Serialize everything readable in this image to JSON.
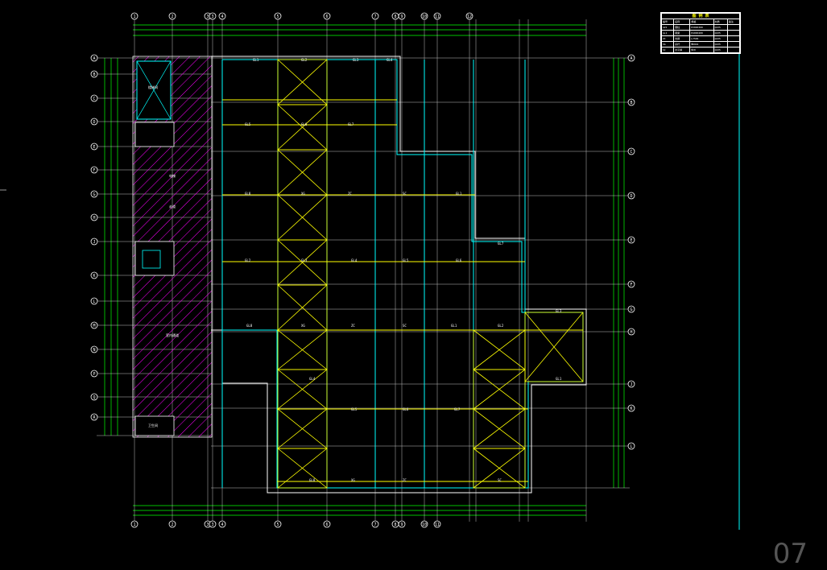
{
  "drawing": {
    "colors": {
      "background": "#000000",
      "grid": "#ffffff",
      "column_line": "#00ffff",
      "beam": "#ffff00",
      "dimension": "#00ff00",
      "hatch": "#ff00ff",
      "outline": "#ffffff"
    },
    "top_axis_labels": [
      "1",
      "2",
      "3",
      "3",
      "4",
      "5",
      "6",
      "7",
      "8",
      "9",
      "10",
      "11",
      "12"
    ],
    "left_axis_labels": [
      "A",
      "B",
      "C",
      "D",
      "E",
      "F",
      "G",
      "H",
      "J",
      "K",
      "L",
      "M",
      "N",
      "P",
      "Q",
      "R"
    ],
    "right_axis_labels": [
      "A",
      "B",
      "C",
      "D",
      "E",
      "F",
      "G",
      "H",
      "J",
      "K",
      "L"
    ],
    "bottom_axis_labels": [
      "1",
      "2",
      "3",
      "3",
      "4",
      "5",
      "6",
      "7",
      "8",
      "9",
      "10",
      "11"
    ],
    "beam_tags": [
      "GL1",
      "GL2",
      "GL3",
      "GL4",
      "GL5",
      "GL6",
      "GL7",
      "GL8",
      "XG",
      "ZC",
      "SC"
    ],
    "room_labels": [
      "楼梯间",
      "电梯",
      "走道",
      "室内通道",
      "卫生间"
    ]
  },
  "legend": {
    "title": "图 例 表",
    "headers": [
      "编号",
      "名称",
      "规格",
      "材质",
      "备注"
    ],
    "rows": [
      [
        "GZ1",
        "钢柱",
        "H300X300",
        "Q235",
        ""
      ],
      [
        "GL1",
        "钢梁",
        "H400X200",
        "Q235",
        ""
      ],
      [
        "ZC",
        "支撑",
        "L75X6",
        "Q235",
        ""
      ],
      [
        "XG",
        "系杆",
        "Φ89X4",
        "Q235",
        ""
      ],
      [
        "SC",
        "水平撑",
        "Φ20",
        "Q235",
        ""
      ]
    ]
  },
  "corner_text": "07"
}
